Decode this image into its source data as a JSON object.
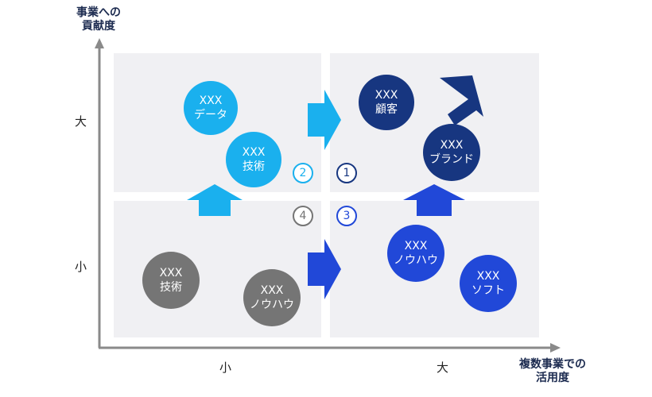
{
  "axes": {
    "y_title": "事業への\n貢献度",
    "x_title": "複数事業での\n活用度",
    "y_high": "大",
    "y_low": "小",
    "x_low": "小",
    "x_high": "大"
  },
  "numbers": {
    "n1": "1",
    "n2": "2",
    "n3": "3",
    "n4": "4"
  },
  "circles": {
    "data_top": "XXX",
    "data_bottom": "データ",
    "tech_top": "XXX",
    "tech_bottom": "技術",
    "customer_top": "XXX",
    "customer_bottom": "顧客",
    "brand_top": "XXX",
    "brand_bottom": "ブランド",
    "tech_gray_top": "XXX",
    "tech_gray_bottom": "技術",
    "knowhow_gray_top": "XXX",
    "knowhow_gray_bottom": "ノウハウ",
    "knowhow_blue_top": "XXX",
    "knowhow_blue_bottom": "ノウハウ",
    "soft_top": "XXX",
    "soft_bottom": "ソフト"
  },
  "colors": {
    "light_blue": "#1ab0ee",
    "navy": "#173680",
    "royal_blue": "#2148d8",
    "gray": "#757575",
    "quadrant_bg": "#f0f0f3",
    "axis": "#8a8a8a"
  }
}
